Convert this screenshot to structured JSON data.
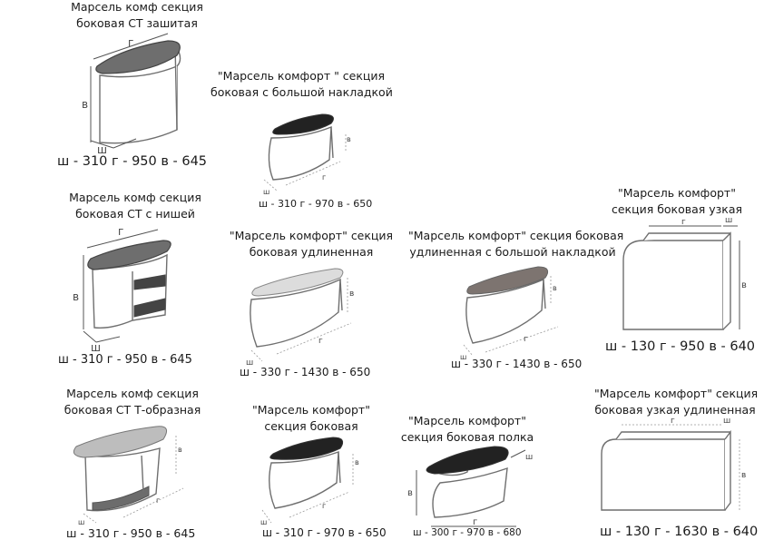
{
  "items": [
    {
      "title": [
        "Марсель комф секция",
        "боковая СТ зашитая"
      ],
      "dims": "ш - 310 г - 950 в - 645",
      "labels": {
        "g": "г",
        "v": "в",
        "sh": "ш"
      },
      "top_color": "#6e6e6e"
    },
    {
      "title": [
        "\"Марсель комфорт \" секция",
        "боковая с большой накладкой"
      ],
      "dims": "ш - 310 г - 970 в - 650",
      "labels": {
        "g": "г",
        "v": "в",
        "sh": "ш"
      },
      "top_color": "#222222"
    },
    {
      "title": [
        "Марсель комф  секция",
        "боковая СТ с нишей"
      ],
      "dims": "ш - 310 г - 950 в - 645",
      "labels": {
        "g": "г",
        "v": "в",
        "sh": "ш"
      },
      "top_color": "#6e6e6e"
    },
    {
      "title": [
        "\"Марсель комфорт\" секция",
        "боковая удлиненная"
      ],
      "dims": "ш - 330 г - 1430 в - 650",
      "labels": {
        "g": "г",
        "v": "в",
        "sh": "ш"
      },
      "top_color": "#dcdcdc"
    },
    {
      "title": [
        "\"Марсель комфорт\" секция боковая",
        "удлиненная с большой накладкой"
      ],
      "dims": "ш - 330 г - 1430 в - 650",
      "labels": {
        "g": "г",
        "v": "в",
        "sh": "ш"
      },
      "top_color": "#7d7470"
    },
    {
      "title": [
        "\"Марсель комфорт\"",
        "секция боковая узкая"
      ],
      "dims": "ш - 130 г - 950 в - 640",
      "labels": {
        "g": "г",
        "v": "в",
        "sh": "ш"
      },
      "top_color": "#ffffff"
    },
    {
      "title": [
        "Марсель комф секция",
        "боковая СТ Т-образная"
      ],
      "dims": "ш - 310 г - 950 в - 645",
      "labels": {
        "g": "г",
        "v": "в",
        "sh": "ш"
      },
      "top_color": "#bdbdbd"
    },
    {
      "title": [
        "\"Марсель комфорт\"",
        "секция боковая"
      ],
      "dims": "ш - 310 г - 970 в - 650",
      "labels": {
        "g": "г",
        "v": "в",
        "sh": "ш"
      },
      "top_color": "#222222"
    },
    {
      "title": [
        "\"Марсель комфорт\"",
        "секция боковая полка"
      ],
      "dims": "ш - 300 г - 970 в - 680",
      "labels": {
        "g": "г",
        "v": "в",
        "sh": "ш"
      },
      "top_color": "#222222"
    },
    {
      "title": [
        "\"Марсель комфорт\" секция",
        "боковая узкая удлиненная"
      ],
      "dims": "ш - 130 г - 1630 в - 640",
      "labels": {
        "g": "г",
        "v": "в",
        "sh": "ш"
      },
      "top_color": "#ffffff"
    }
  ]
}
